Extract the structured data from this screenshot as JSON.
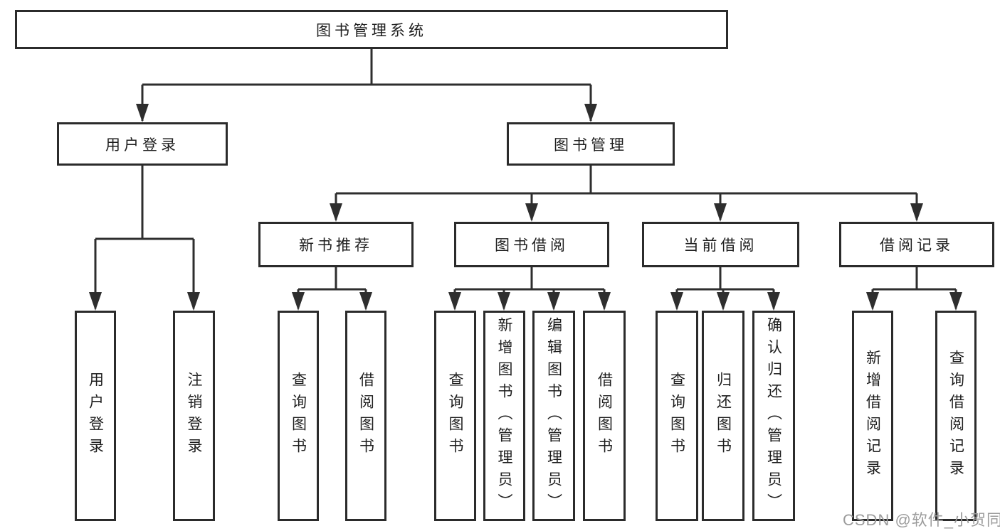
{
  "tree": {
    "root": {
      "label": "图书管理系统"
    },
    "branches": [
      {
        "label": "用户登录",
        "children": [
          {
            "label": "用户登录"
          },
          {
            "label": "注销登录"
          }
        ]
      },
      {
        "label": "图书管理",
        "children": [
          {
            "label": "新书推荐",
            "children": [
              {
                "label": "查询图书"
              },
              {
                "label": "借阅图书"
              }
            ]
          },
          {
            "label": "图书借阅",
            "children": [
              {
                "label": "查询图书"
              },
              {
                "label": "新增图书（管理员）"
              },
              {
                "label": "编辑图书（管理员）"
              },
              {
                "label": "借阅图书"
              }
            ]
          },
          {
            "label": "当前借阅",
            "children": [
              {
                "label": "查询图书"
              },
              {
                "label": "归还图书"
              },
              {
                "label": "确认归还（管理员）"
              }
            ]
          },
          {
            "label": "借阅记录",
            "children": [
              {
                "label": "新增借阅记录"
              },
              {
                "label": "查询借阅记录"
              }
            ]
          }
        ]
      }
    ]
  },
  "watermark": {
    "text": "CSDN @软件_小贺同学"
  },
  "colors": {
    "line": "#2e2e2e",
    "border": "#2b2b2b",
    "text": "#1e1e1e",
    "watermark": "#9c9c9c",
    "background": "#ffffff"
  }
}
